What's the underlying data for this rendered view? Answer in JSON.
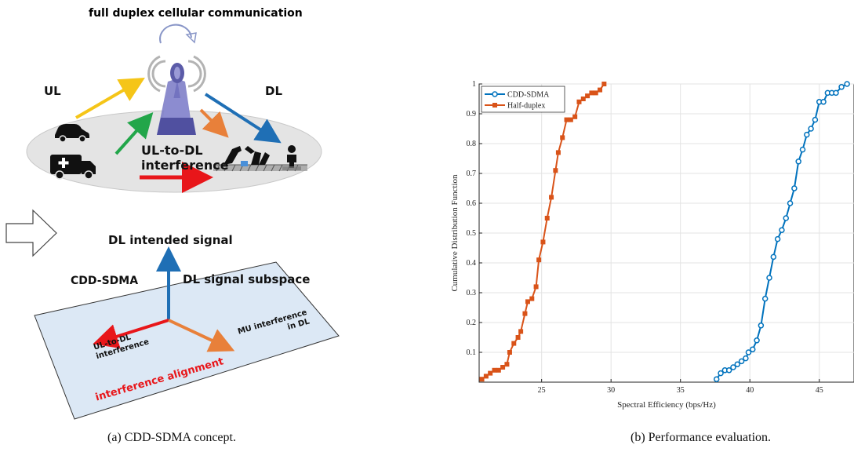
{
  "left_panel": {
    "title": "full duplex cellular communication",
    "ul_label": "UL",
    "dl_label": "DL",
    "interference_label_line1": "UL-to-DL",
    "interference_label_line2": "interference",
    "intended_signal_label": "DL intended signal",
    "scheme_label": "CDD-SDMA",
    "subspace_label": "DL signal subspace",
    "ul_to_dl_label_line1": "UL-to-DL",
    "ul_to_dl_label_line2": "interference",
    "mu_label_line1": "MU interference",
    "mu_label_line2": "in DL",
    "alignment_label": "interference alignment",
    "caption": "(a) CDD-SDMA concept.",
    "colors": {
      "ul_arrow": "#f5c518",
      "green_arrow": "#22a64a",
      "dl_arrow": "#1f6fb5",
      "orange_arrow": "#e8803a",
      "red_arrow": "#e8161a",
      "subspace_fill": "#dce8f5",
      "tower": "#6f6fb8"
    },
    "icons": [
      "car-icon",
      "ambulance-icon",
      "tower-icon",
      "robot-arm-icon",
      "person-icon",
      "block-arrow-icon"
    ]
  },
  "right_panel": {
    "caption": "(b) Performance evaluation."
  },
  "chart_data": {
    "type": "line",
    "xlabel": "Spectral Efficiency (bps/Hz)",
    "ylabel": "Cumulative Distribution Function",
    "xlim": [
      20.5,
      47.5
    ],
    "ylim": [
      0,
      1
    ],
    "xticks": [
      25,
      30,
      35,
      40,
      45
    ],
    "yticks": [
      0.1,
      0.2,
      0.3,
      0.4,
      0.5,
      0.6,
      0.7,
      0.8,
      0.9,
      1
    ],
    "grid": true,
    "legend_position": "top-left",
    "series": [
      {
        "name": "CDD-SDMA",
        "color": "#0072bd",
        "marker": "circle",
        "points": [
          [
            37.6,
            0.01
          ],
          [
            37.9,
            0.03
          ],
          [
            38.2,
            0.04
          ],
          [
            38.5,
            0.04
          ],
          [
            38.8,
            0.05
          ],
          [
            39.1,
            0.06
          ],
          [
            39.4,
            0.07
          ],
          [
            39.7,
            0.08
          ],
          [
            39.9,
            0.1
          ],
          [
            40.2,
            0.11
          ],
          [
            40.5,
            0.14
          ],
          [
            40.8,
            0.19
          ],
          [
            41.1,
            0.28
          ],
          [
            41.4,
            0.35
          ],
          [
            41.7,
            0.42
          ],
          [
            42.0,
            0.48
          ],
          [
            42.3,
            0.51
          ],
          [
            42.6,
            0.55
          ],
          [
            42.9,
            0.6
          ],
          [
            43.2,
            0.65
          ],
          [
            43.5,
            0.74
          ],
          [
            43.8,
            0.78
          ],
          [
            44.1,
            0.83
          ],
          [
            44.4,
            0.85
          ],
          [
            44.7,
            0.88
          ],
          [
            45.0,
            0.94
          ],
          [
            45.3,
            0.94
          ],
          [
            45.6,
            0.97
          ],
          [
            45.9,
            0.97
          ],
          [
            46.2,
            0.97
          ],
          [
            46.6,
            0.99
          ],
          [
            47.0,
            1
          ]
        ]
      },
      {
        "name": "Half-duplex",
        "color": "#d95319",
        "marker": "square",
        "points": [
          [
            20.7,
            0.01
          ],
          [
            21.0,
            0.02
          ],
          [
            21.3,
            0.03
          ],
          [
            21.6,
            0.04
          ],
          [
            21.9,
            0.04
          ],
          [
            22.2,
            0.05
          ],
          [
            22.5,
            0.06
          ],
          [
            22.7,
            0.1
          ],
          [
            23.0,
            0.13
          ],
          [
            23.3,
            0.15
          ],
          [
            23.5,
            0.17
          ],
          [
            23.8,
            0.23
          ],
          [
            24.0,
            0.27
          ],
          [
            24.3,
            0.28
          ],
          [
            24.6,
            0.32
          ],
          [
            24.8,
            0.41
          ],
          [
            25.1,
            0.47
          ],
          [
            25.4,
            0.55
          ],
          [
            25.7,
            0.62
          ],
          [
            26.0,
            0.71
          ],
          [
            26.2,
            0.77
          ],
          [
            26.5,
            0.82
          ],
          [
            26.8,
            0.88
          ],
          [
            27.1,
            0.88
          ],
          [
            27.4,
            0.89
          ],
          [
            27.7,
            0.94
          ],
          [
            28.0,
            0.95
          ],
          [
            28.3,
            0.96
          ],
          [
            28.6,
            0.97
          ],
          [
            28.9,
            0.97
          ],
          [
            29.2,
            0.98
          ],
          [
            29.5,
            1
          ]
        ]
      }
    ]
  }
}
